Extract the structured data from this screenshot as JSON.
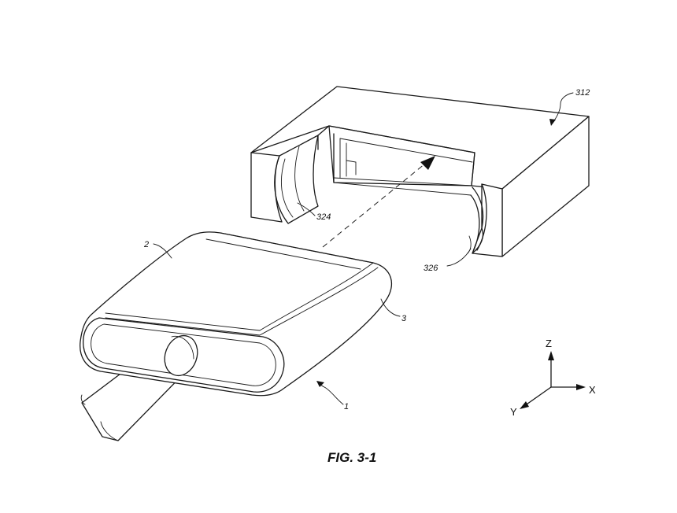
{
  "figure": {
    "caption": "FIG. 3-1",
    "reference_numerals": {
      "device": "1",
      "plug_edge": "2",
      "plug_side": "3",
      "receptacle": "312",
      "receptacle_recess_left": "324",
      "receptacle_recess_right": "326"
    },
    "axes": {
      "z": "Z",
      "x": "X",
      "y": "Y"
    }
  }
}
